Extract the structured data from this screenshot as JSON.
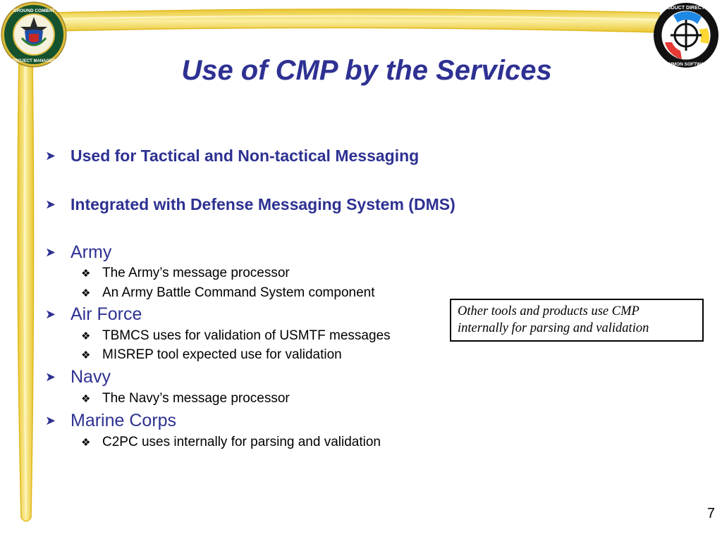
{
  "slide": {
    "title": "Use of CMP by the Services",
    "page_number": "7"
  },
  "logos": {
    "left_seal_text": "GROUND COMBAT COMMAND & CONTROL PROJECT MANAGER",
    "right_seal_text": "PRODUCT DIRECTOR COMMON SOFTWARE"
  },
  "bullets": [
    {
      "text": "Used for Tactical and Non-tactical Messaging",
      "bold": true,
      "sub": []
    },
    {
      "text": "Integrated with Defense Messaging System (DMS)",
      "bold": true,
      "sub": []
    },
    {
      "text": "Army",
      "bold": false,
      "sub": [
        "The Army’s message processor",
        "An Army Battle Command System component"
      ]
    },
    {
      "text": "Air Force",
      "bold": false,
      "sub": [
        "TBMCS uses for validation of USMTF messages",
        "MISREP tool expected use for validation"
      ]
    },
    {
      "text": "Navy",
      "bold": false,
      "sub": [
        "The Navy’s message processor"
      ]
    },
    {
      "text": "Marine Corps",
      "bold": false,
      "sub": [
        "C2PC uses internally for parsing and validation"
      ]
    }
  ],
  "callout": {
    "line1": "Other tools and products use CMP",
    "line2": "internally for parsing and validation"
  },
  "icons": {
    "level1_bullet": "arrowhead-bullet",
    "level2_bullet": "four-diamond-bullet"
  },
  "colors": {
    "title": "#2e3192",
    "frame_gold": "#e8c630",
    "frame_light": "#fbefa2"
  }
}
